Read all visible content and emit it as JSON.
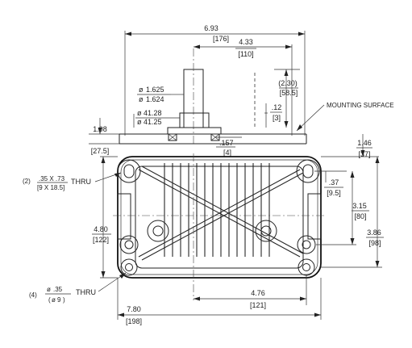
{
  "dims": {
    "overall_width_in": "6.93",
    "overall_width_mm": "[176]",
    "body_width_in": "4.33",
    "body_width_mm": "[110]",
    "shaft_offset_in": "(2.30)",
    "shaft_offset_mm": "[58.5]",
    "pilot_depth_in": ".12",
    "pilot_depth_mm": "[3]",
    "shaft_dia1": "1.625",
    "shaft_dia2": "1.624",
    "pilot_dia1_mm": "41.28",
    "pilot_dia2_mm": "41.25",
    "flange_thk_in": ".157",
    "flange_thk_mm": "[4]",
    "height_in": "1.08",
    "height_mm": "[27.5]",
    "top_edge_in": "1.46",
    "top_edge_mm": "[37]",
    "slot_pos_in": ".37",
    "slot_pos_mm": "[9.5]",
    "hole_vspace_in": "3.15",
    "hole_vspace_mm": "[80]",
    "base_height_in": "3.86",
    "base_height_mm": "[98]",
    "base_depth_in": "4.80",
    "base_depth_mm": "[122]",
    "hole_hspace_in": "4.76",
    "hole_hspace_mm": "[121]",
    "base_width_in": "7.80",
    "base_width_mm": "[198]"
  },
  "callouts": {
    "mounting_surface": "MOUNTING SURFACE",
    "slot_qty": "(2)",
    "slot_size_in": ".35 X .73",
    "slot_size_mm": "[9 X 18.5]",
    "hole_qty": "(4)",
    "hole_dia_in": ".35",
    "hole_dia_mm": "9",
    "thru": "THRU",
    "dia_symbol": "ø"
  }
}
